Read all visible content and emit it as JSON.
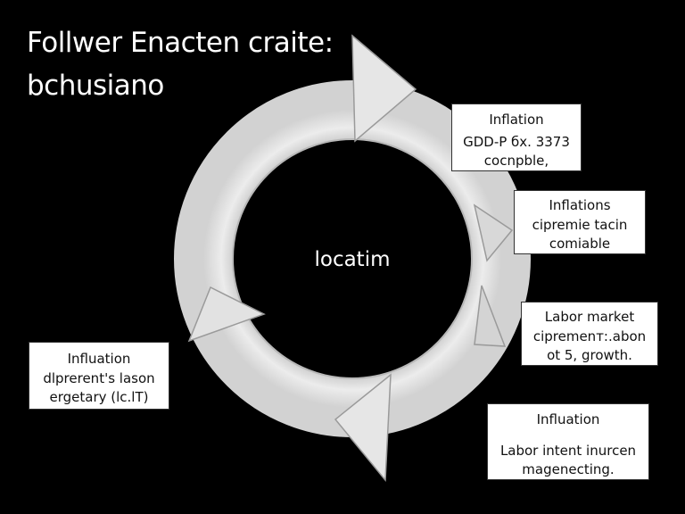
{
  "title": {
    "line1": "Follwer Enacten craite:",
    "line2": "bchusiano"
  },
  "center_label": "locatim",
  "cards": [
    {
      "title": "Inflation",
      "lines": [
        "GDD-P бх. 3373",
        "cocnpble,"
      ]
    },
    {
      "title": "Inflations",
      "lines": [
        "cipremie tacin",
        "comiable"
      ]
    },
    {
      "title": "Labor market",
      "lines": [
        "cipremenт:.abon",
        "ot 5, growth."
      ]
    },
    {
      "title": "Influation",
      "lines": [
        "Labor intent inurcen",
        "magenecting."
      ]
    },
    {
      "title": "Influation",
      "lines": [
        "dlprerent's lason",
        "ergetary (lc.lT)"
      ]
    }
  ],
  "colors": {
    "background": "#000000",
    "ring": "#e8e8e8",
    "ring_shadow": "#bdbdbd",
    "card_background": "#ffffff",
    "text_light": "#ffffff",
    "text_dark": "#111111"
  },
  "icons": [
    "cycle-arrow-icon"
  ]
}
